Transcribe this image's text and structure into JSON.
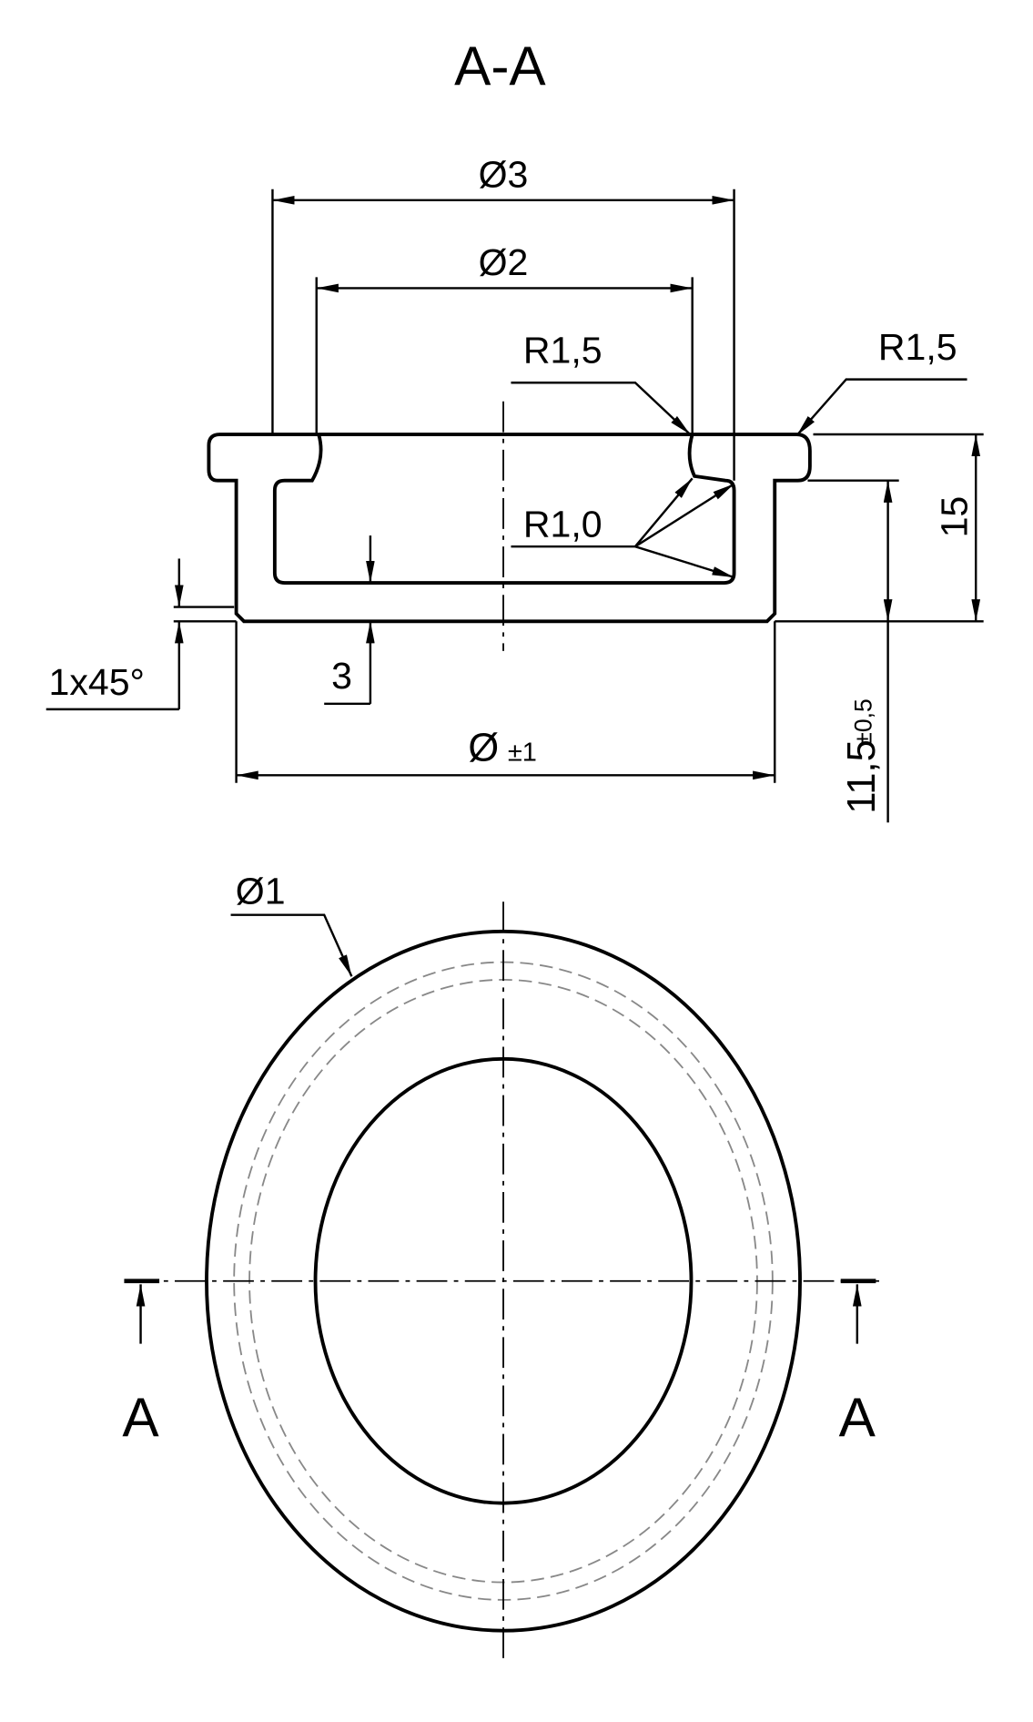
{
  "title": "A-A",
  "section": {
    "dim_d3": "Ø3",
    "dim_d2": "Ø2",
    "radius_inner_top": "R1,5",
    "radius_outer_top": "R1,5",
    "radius_cavity": "R1,0",
    "height_total": "15",
    "height_inner": "11,5",
    "height_inner_tol": "±0,5",
    "chamfer": "1x45°",
    "bottom_thickness": "3",
    "dim_outer_symbol": "Ø",
    "dim_outer_tol": "±1"
  },
  "plan": {
    "dim_d1": "Ø1",
    "section_mark_left": "A",
    "section_mark_right": "A"
  }
}
